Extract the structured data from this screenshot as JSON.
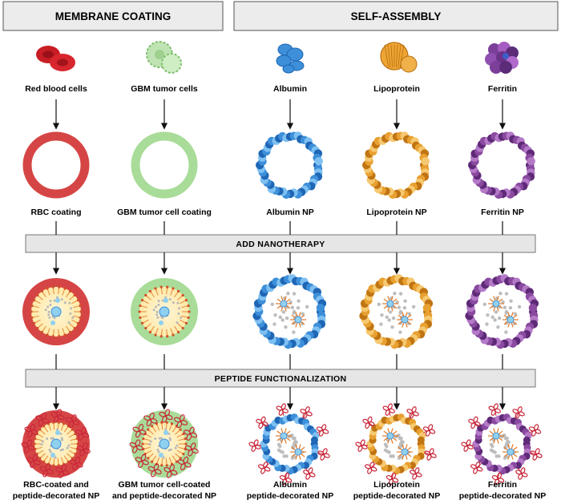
{
  "headers": {
    "membrane": "MEMBRANE COATING",
    "self_assembly": "SELF-ASSEMBLY"
  },
  "steps": {
    "add_nanotherapy": "ADD NANOTHERAPY",
    "peptide": "PEPTIDE  FUNCTIONALIZATION"
  },
  "sources": [
    "Red blood cells",
    "GBM tumor cells",
    "Albumin",
    "Lipoprotein",
    "Ferritin"
  ],
  "carriers": [
    "RBC coating",
    "GBM tumor cell coating",
    "Albumin NP",
    "Lipoprotein NP",
    "Ferritin NP"
  ],
  "finals": [
    [
      "RBC-coated and",
      "peptide-decorated NP"
    ],
    [
      "GBM tumor cell-coated",
      "and peptide-decorated NP"
    ],
    [
      "Albumin",
      "peptide-decorated NP"
    ],
    [
      "Lipoprotein",
      "peptide-decorated NP"
    ],
    [
      "Ferritin",
      "peptide-decorated NP"
    ]
  ],
  "colors": {
    "rbc": "#d64545",
    "gbm": "#8fcf80",
    "albumin": "#3d8fd9",
    "lipoprotein": "#e8a030",
    "ferritin": "#8a4aa0",
    "bar_fill": "#e6e6e6",
    "peptide": "#c8283a"
  },
  "icons": [
    "red-blood-cells-icon",
    "gbm-tumor-cells-icon",
    "albumin-icon",
    "lipoprotein-icon",
    "ferritin-icon"
  ]
}
